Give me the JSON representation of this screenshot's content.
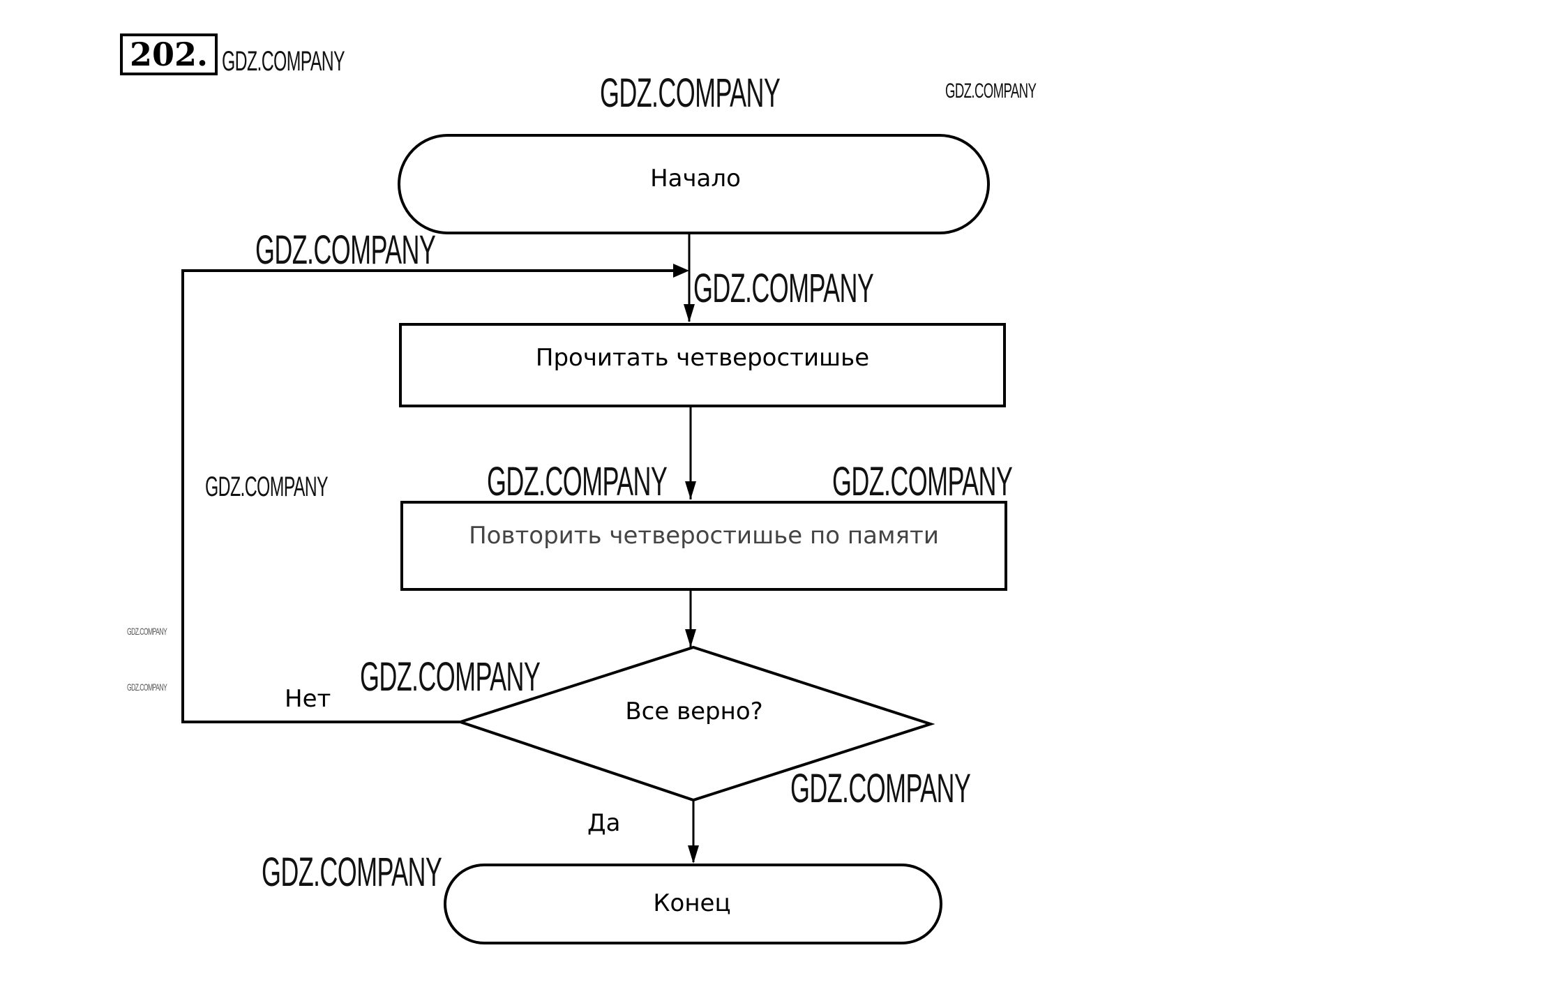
{
  "exercise_number": "202.",
  "watermark": "GDZ.COMPANY",
  "flowchart": {
    "start": "Начало",
    "step1": "Прочитать четверостишье",
    "step2": "Повторить четверостишье по памяти",
    "decision": "Все верно?",
    "no_label": "Нет",
    "yes_label": "Да",
    "end": "Конец"
  }
}
